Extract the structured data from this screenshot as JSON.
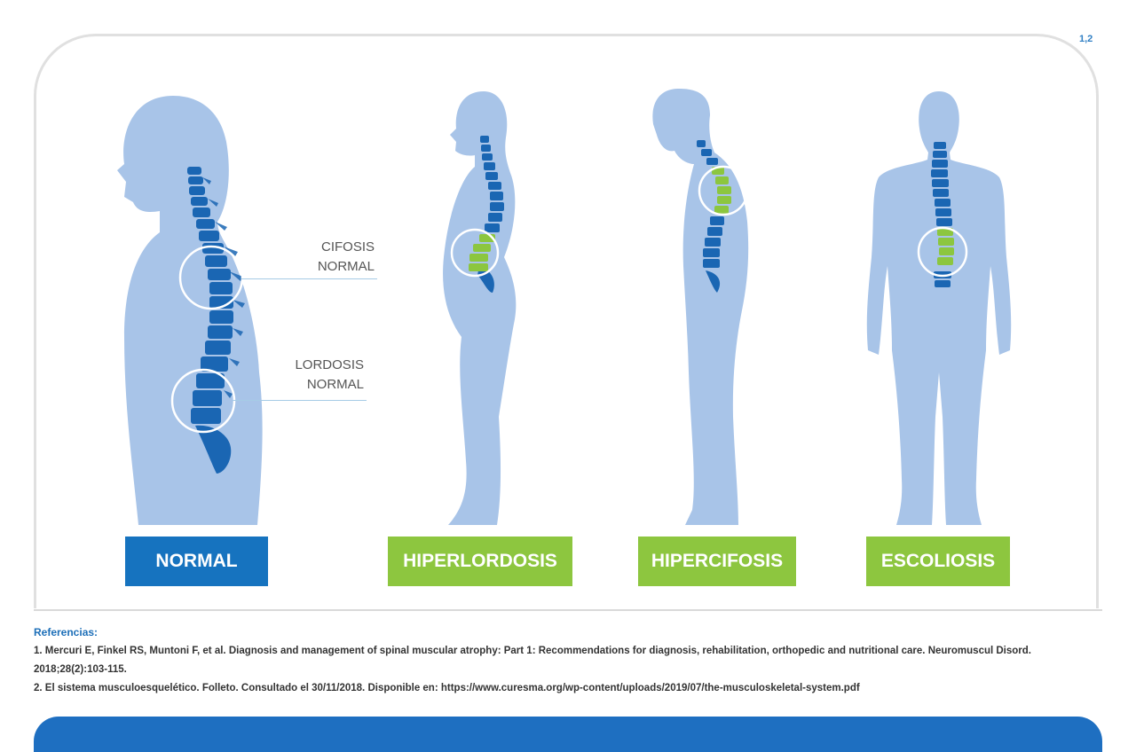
{
  "superscript": "1,2",
  "callouts": {
    "cifosis": [
      "CIFOSIS",
      "NORMAL"
    ],
    "lordosis": [
      "LORDOSIS",
      "NORMAL"
    ]
  },
  "labels": {
    "normal": "NORMAL",
    "hiperlordosis": "HIPERLORDOSIS",
    "hipercifosis": "HIPERCIFOSIS",
    "escoliosis": "ESCOLIOSIS"
  },
  "colors": {
    "body": "#a8c4e8",
    "spine": "#1a66b3",
    "affected": "#8cc63f",
    "normal_badge": "#1673bf",
    "condition_badge": "#8dc63f"
  },
  "references": {
    "title": "Referencias:",
    "items": [
      "1. Mercuri E, Finkel RS, Muntoni F, et al. Diagnosis and management of spinal muscular atrophy: Part 1: Recommendations for diagnosis, rehabilitation, orthopedic and nutritional care. Neuromuscul Disord. 2018;28(2):103-115.",
      "2. El sistema musculoesquelético. Folleto. Consultado el 30/11/2018. Disponible en: https://www.curesma.org/wp-content/uploads/2019/07/the-musculoskeletal-system.pdf"
    ]
  }
}
